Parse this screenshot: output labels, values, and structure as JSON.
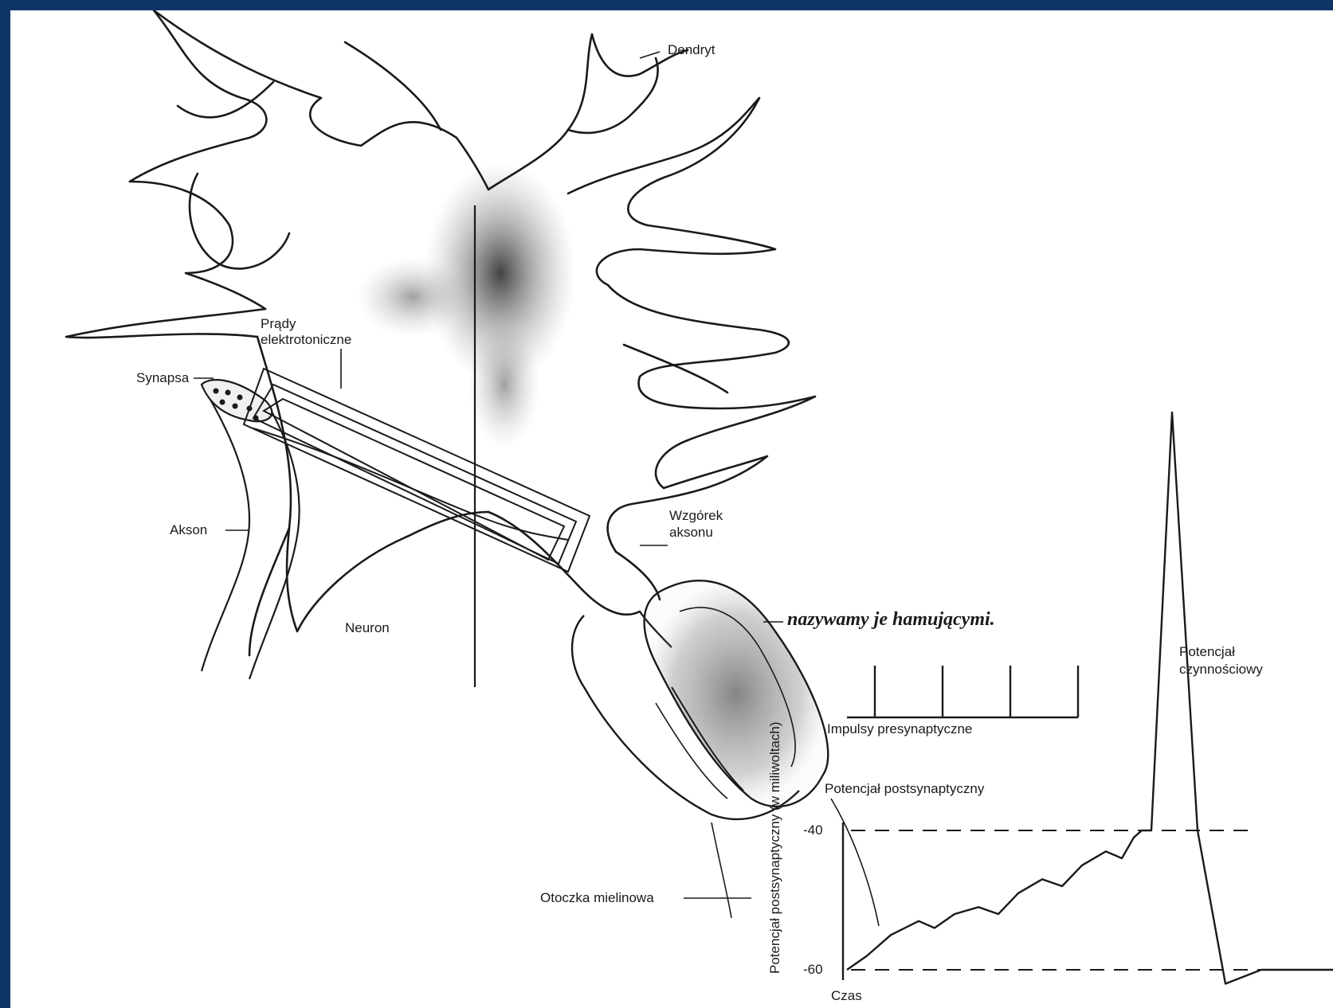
{
  "labels": {
    "dendrite": "Dendryt",
    "electrotonic_currents_line1": "Prądy",
    "electrotonic_currents_line2": "elektrotoniczne",
    "synapse": "Synapsa",
    "axon": "Akson",
    "neuron": "Neuron",
    "axon_hillock_line1": "Wzgórek",
    "axon_hillock_line2": "aksonu",
    "myelin_sheath": "Otoczka mielinowa",
    "inhibitory_note": "nazywamy je hamującymi.",
    "action_potential_line1": "Potencjał",
    "action_potential_line2": "czynnościowy",
    "presynaptic_impulses": "Impulsy presynaptyczne",
    "postsynaptic_potential": "Potencjał postsynaptyczny",
    "y_axis_label": "Potencjał postsynaptyczny (w miliwoltach)",
    "x_axis_label": "Czas",
    "tick_minus40": "-40",
    "tick_minus60": "-60"
  },
  "chart_data": {
    "type": "line",
    "xlabel": "Czas",
    "ylabel": "Potencjał postsynaptyczny (w miliwoltach)",
    "y_ticks": [
      -40,
      -60
    ],
    "threshold_lines": [
      -40,
      -60
    ],
    "presynaptic_impulse_count": 4,
    "series": [
      {
        "values": [
          -60,
          -58,
          -55,
          -53,
          -54,
          -52,
          -51,
          -52,
          -49,
          -47,
          -48,
          -45,
          -43,
          -44,
          -41,
          -40,
          -40,
          20,
          -40,
          -62,
          -60,
          -60
        ]
      }
    ]
  },
  "colors": {
    "frame": "#0e3566",
    "ink": "#1a1a1a",
    "background": "#ffffff"
  }
}
